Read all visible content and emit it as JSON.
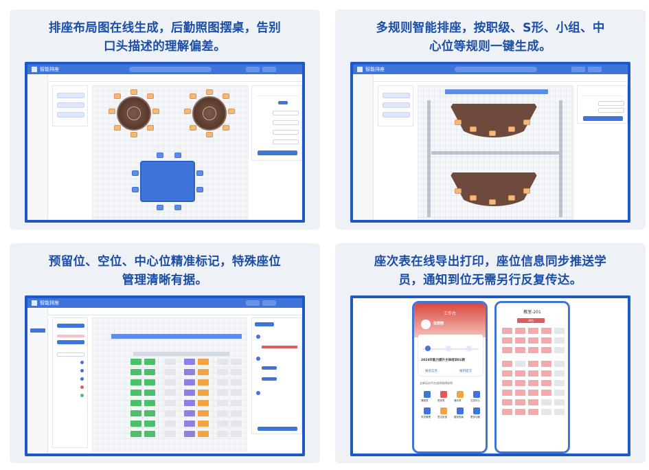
{
  "cards": [
    {
      "title_lines": [
        "排座布局图在线生成，后勤照图摆桌，告别",
        "口头描述的理解偏差。"
      ]
    },
    {
      "title_lines": [
        "多规则智能排座，按职级、S形、小组、中",
        "心位等规则一键生成。"
      ]
    },
    {
      "title_lines": [
        "预留位、空位、中心位精准标记，特殊座位",
        "管理清晰有据。"
      ]
    },
    {
      "title_lines": [
        "座次表在线导出打印，座位信息同步推送学",
        "员，通知到位无需另行反复传达。"
      ]
    }
  ],
  "app": {
    "name_1": "智能排座",
    "name_2": "智能排座",
    "name_3": "智能排座"
  },
  "phone_left": {
    "header": "工作台",
    "user_name": "张丽丽",
    "event_title": "2024年能力提升主体培训01期",
    "event_link_left": "报名信息",
    "event_link_right": "报到提交",
    "notice": "全新培训平台选择规律说明",
    "apps": [
      "课程表",
      "签到表",
      "通讯录",
      "交流中心",
      "学员管理",
      "意见反馈",
      "服务指南",
      "更多功能"
    ]
  },
  "phone_right": {
    "header": "教室-201",
    "stage": "讲台"
  },
  "colors": {
    "title": "#1b4ea8",
    "frame": "#1d58c9",
    "accent": "#3f74db",
    "card_bg": "#eef1f5",
    "table_wood": "#5c3d30",
    "seat": "#f3b97a"
  }
}
